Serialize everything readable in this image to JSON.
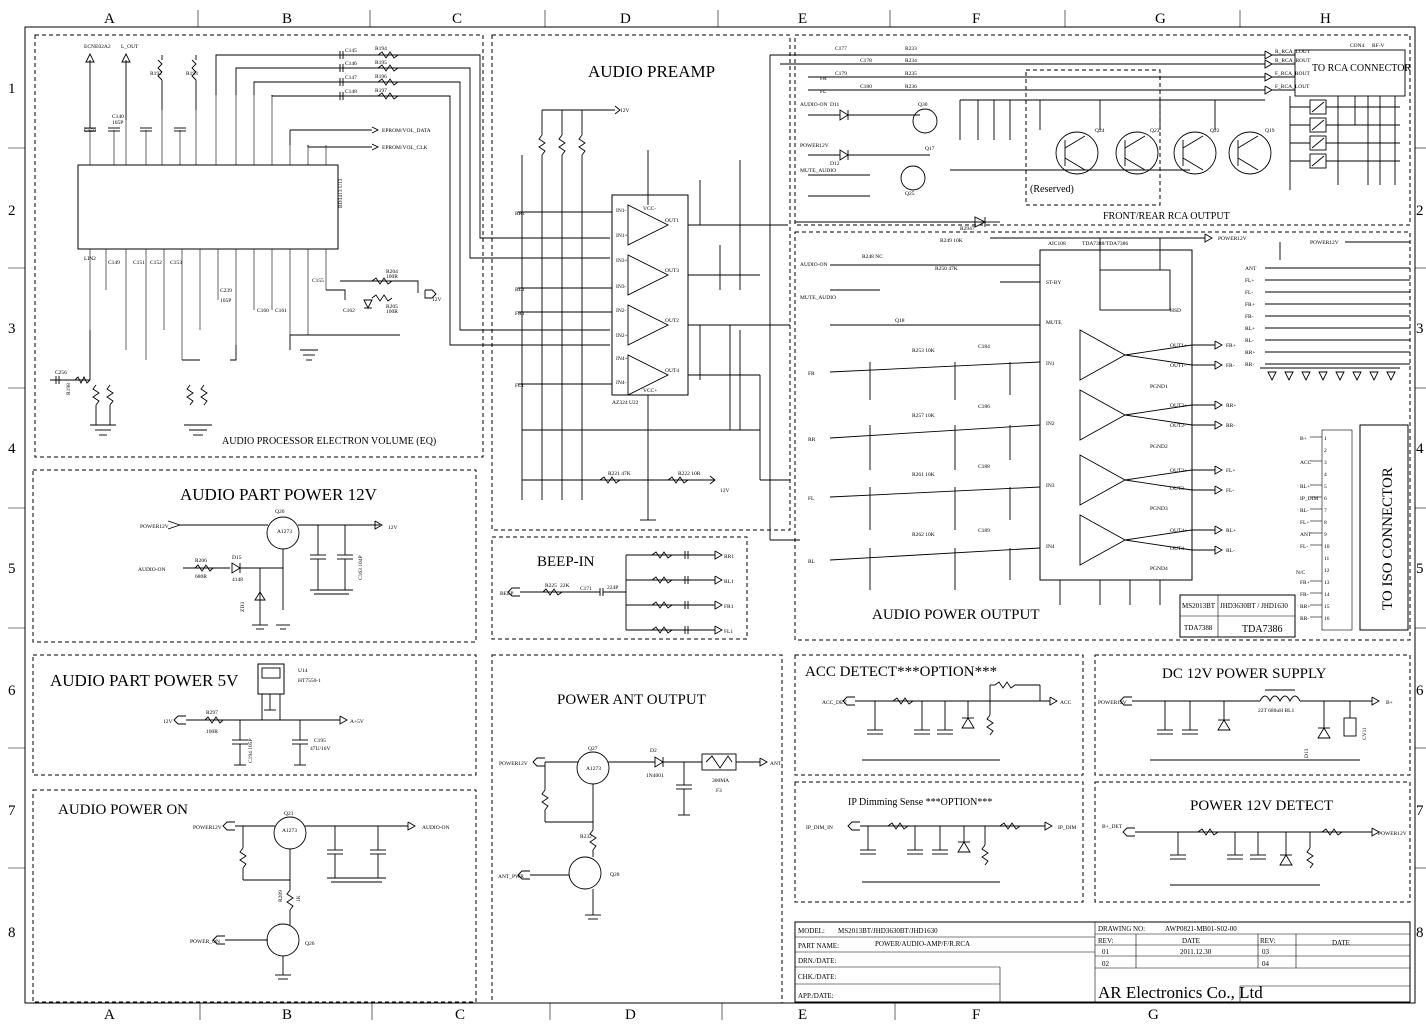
{
  "zones": {
    "columns": [
      "A",
      "B",
      "C",
      "D",
      "E",
      "F",
      "G",
      "H"
    ],
    "rows": [
      "1",
      "2",
      "3",
      "4",
      "5",
      "6",
      "7",
      "8"
    ]
  },
  "sections": {
    "audio_processor": "AUDIO PROCESSOR ELECTRON VOLUME (EQ)",
    "audio_preamp": "AUDIO  PREAMP",
    "front_rear_rca": "FRONT/REAR RCA OUTPUT",
    "to_rca_connector": "TO RCA CONNECTOR",
    "reserved": "(Reserved)",
    "audio_part_power_12v": "AUDIO PART POWER 12V",
    "beep_in": "BEEP-IN",
    "audio_power_output": "AUDIO POWER OUTPUT",
    "audio_part_power_5v": "AUDIO PART POWER 5V",
    "power_ant_output": "POWER ANT OUTPUT",
    "audio_power_on": "AUDIO POWER ON",
    "acc_detect": "ACC DETECT***OPTION***",
    "dc_12v_supply": "DC 12V POWER SUPPLY",
    "ip_dimming": "IP Dimming Sense ***OPTION***",
    "power_12v_detect": "POWER 12V DETECT",
    "to_iso_connector": "TO ISO CONNECTOR"
  },
  "chips": {
    "u13": "BD3413 U13",
    "u22": "AZ324 U22",
    "amp_name": "TDA7388/TDA7386",
    "amp_ref": "AIC108",
    "u14": "HT7550-1",
    "u14_ref": "U14",
    "con4": "CON4",
    "con4_type": "RF-V"
  },
  "amp_table": {
    "cell1": "MS2013BT",
    "cell2": "JHD3630BT / JHD1630",
    "cell3": "TDA7388",
    "cell4": "TDA7386"
  },
  "nets": {
    "rca_out": [
      "R_RCA_LOUT",
      "R_RCA_ROUT",
      "F_RCA_ROUT",
      "F_RCA_LOUT"
    ],
    "iso_pins": [
      {
        "n": "1",
        "name": "B+"
      },
      {
        "n": "2",
        "name": ""
      },
      {
        "n": "3",
        "name": "ACC"
      },
      {
        "n": "4",
        "name": ""
      },
      {
        "n": "5",
        "name": "RL+"
      },
      {
        "n": "6",
        "name": "IP_DIM"
      },
      {
        "n": "7",
        "name": "RL-"
      },
      {
        "n": "8",
        "name": "FL+"
      },
      {
        "n": "9",
        "name": "ANT"
      },
      {
        "n": "10",
        "name": "FL-"
      },
      {
        "n": "11",
        "name": ""
      },
      {
        "n": "12",
        "name": "N/C"
      },
      {
        "n": "13",
        "name": "FR+"
      },
      {
        "n": "14",
        "name": "FR-"
      },
      {
        "n": "15",
        "name": "RR+"
      },
      {
        "n": "16",
        "name": "RR-"
      }
    ],
    "amp_outputs": [
      "FR+",
      "FR-",
      "RR+",
      "RR-",
      "FL+",
      "FL-",
      "RL+",
      "RL-"
    ],
    "right_side": [
      "ANT",
      "FL+",
      "FL-",
      "FR+",
      "FR-",
      "RL+",
      "RL-",
      "RR+",
      "RR-"
    ],
    "power12v": "POWER12V",
    "audio_on": "AUDIO-ON",
    "mute_audio": "MUTE_AUDIO",
    "eprom_data": "EPROM/VOL_DATA",
    "eprom_clk": "EPROM/VOL_CLK",
    "v12": "12V",
    "v5": "A+5V",
    "beep": "BEEP",
    "ant": "ANT",
    "ant_pwr": "ANT_PWR",
    "power_on": "POWER_ON",
    "acc_det": "ACC_DET",
    "acc": "ACC",
    "ip_dim_in": "IP_DIM_IN",
    "ip_dim": "IP_DIM",
    "b_det": "B+_DET",
    "b_plus": "B+",
    "beep_outs": [
      "RR1",
      "RL1",
      "FR1",
      "FL1"
    ],
    "pre_inputs": [
      "RR1",
      "RL1",
      "FR1",
      "FL1"
    ],
    "amp_inputs": [
      "FR",
      "RR",
      "FL",
      "RL"
    ]
  },
  "parts": {
    "q20": "Q20",
    "q20_type": "A1273",
    "r206": "R206",
    "r206_val": "680R",
    "d15": "D15",
    "d15_val": "4148",
    "zd3": "ZD3",
    "c163": "C163 104P",
    "q27": "Q27",
    "q27_type": "A1273",
    "d2": "D2",
    "d2_val": "1N4001",
    "f3": "F3",
    "f3_val": "300MA",
    "q28": "Q28",
    "r232": "R232",
    "q21": "Q21",
    "q21_type": "A1273",
    "q26": "Q26",
    "r209": "R209",
    "r209_val": "1K",
    "bl1": "22T 680uH BL1",
    "d13": "D13",
    "cv11": "CV11",
    "r297": "R297",
    "r297_val": "100R",
    "c194": "C194 105P",
    "c195": "C195",
    "c195_val": "47U/16V",
    "r225": "R225",
    "r225_val": "22K",
    "c171": "C171",
    "c171_val": "224P"
  },
  "title_block": {
    "model_label": "MODEL:",
    "model_value": "MS2013BT/JHD3630BT/JHD1630",
    "part_label": "PART NAME:",
    "part_value": "POWER/AUDIO-AMP/F/R.RCA",
    "drn_label": "DRN./DATE:",
    "chk_label": "CHK./DATE:",
    "app_label": "APP./DATE:",
    "drawing_label": "DRAWING NO:",
    "drawing_value": "AWP0821-MB01-S02-00",
    "rev_label": "REV:",
    "date_label": "DATE",
    "rev_rows": [
      {
        "rev": "01",
        "date": "2011.12.30",
        "rev2": "03",
        "date2": ""
      },
      {
        "rev": "02",
        "date": "",
        "rev2": "04",
        "date2": ""
      }
    ],
    "company": "AR Electronics Co., Ltd"
  }
}
